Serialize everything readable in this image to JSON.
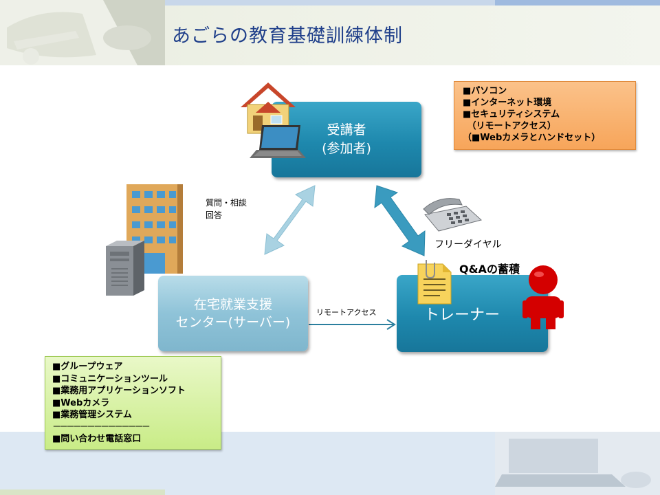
{
  "title": "あごらの教育基礎訓練体制",
  "nodes": {
    "trainee": {
      "line1": "受講者",
      "line2": "(参加者)"
    },
    "center": {
      "line1": "在宅就業支援",
      "line2": "センター(サーバー)"
    },
    "trainer": {
      "label": "トレーナー"
    }
  },
  "edges": {
    "question": {
      "line1": "質問・相談",
      "line2": "回答"
    },
    "freedial": "フリーダイヤル",
    "remote": "リモートアクセス",
    "qa": "Q&Aの蓄積"
  },
  "panel_equipment": {
    "items": [
      "■パソコン",
      "■インターネット環境",
      "■セキュリティシステム",
      "　（リモートアクセス）",
      "（■Webカメラとハンドセット）"
    ]
  },
  "panel_system": {
    "items": [
      "■グループウェア",
      "■コミュニケーションツール",
      "■業務用アプリケーションソフト",
      "■Webカメラ",
      "■業務管理システム"
    ],
    "divider": "－－－－－－－－－－－－－－",
    "contact": "■問い合わせ電話窓口"
  },
  "colors": {
    "title": "#1f3f8a",
    "node_dark": "#1e88ad",
    "node_light": "#8fc3d8",
    "arrow_light": "#a9d2e2",
    "arrow_dark": "#3a9bbf",
    "panel_orange": "#f7a55a",
    "panel_green": "#c9ec87",
    "person_red": "#d40000"
  },
  "icons": [
    "house-icon",
    "laptop-icon",
    "office-building-icon",
    "server-tower-icon",
    "telephone-icon",
    "document-clip-icon",
    "person-icon"
  ]
}
